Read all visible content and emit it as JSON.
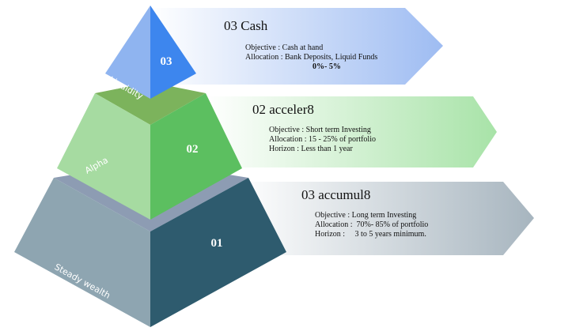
{
  "tiers": [
    {
      "number": "03",
      "side_label": "Liquidity",
      "title": "03 Cash",
      "lines": [
        "Objective : Cash at hand",
        "Allocation : Bank Deposits, Liquid Funds"
      ],
      "extra": "0%- 5%",
      "colors": {
        "left": "#8fb4f0",
        "right": "#3d86ee",
        "arrow": "#9ebcf2"
      }
    },
    {
      "number": "02",
      "side_label": "Alpha",
      "title": "02 acceler8",
      "lines": [
        "Objective : Short term Investing",
        "Allocation : 15 - 25% of portfolio",
        "Horizon : Less than 1 year"
      ],
      "colors": {
        "left": "#a6dba1",
        "right": "#5cbf60",
        "top": "#7cb35c",
        "arrow": "#a8e3a8"
      }
    },
    {
      "number": "01",
      "side_label": "Steady wealth",
      "title": "03 accumul8",
      "lines": [
        "Objective : Long term Investing",
        "Allocation :  70%- 85% of portfolio",
        "Horizon :     3 to 5 years minimum."
      ],
      "colors": {
        "left": "#8ea5b1",
        "right": "#2e5b6e",
        "top": "#8d9cb3",
        "arrow": "#a7b5bf"
      }
    }
  ]
}
